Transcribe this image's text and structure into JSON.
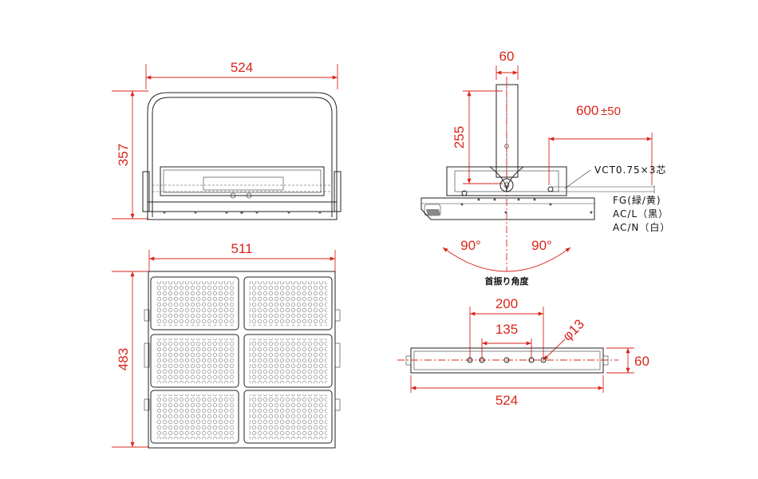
{
  "colors": {
    "dimension": "#d9261c",
    "outline": "#222222"
  },
  "front_view": {
    "width_label": "524",
    "height_label": "357"
  },
  "top_view": {
    "width_label": "511",
    "height_label": "483"
  },
  "side_view": {
    "pole_width_label": "60",
    "pole_height_label": "255",
    "cable_length_label": "600",
    "cable_tolerance_label": "±50",
    "cable_spec": "VCT0.75×3芯",
    "wire_fg": "FG(緑/黄)",
    "wire_acl": "AC/L（黒）",
    "wire_acn": "AC/N（白）",
    "angle_left": "90°",
    "angle_right": "90°",
    "angle_caption": "首振り角度"
  },
  "bracket_view": {
    "hole_pitch_outer": "200",
    "hole_pitch_inner": "135",
    "hole_diameter": "φ13",
    "height_label": "60",
    "length_label": "524"
  }
}
